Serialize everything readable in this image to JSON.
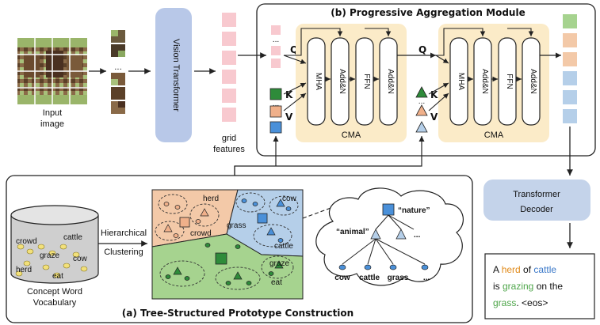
{
  "input": {
    "label_line1": "Input",
    "label_line2": "image"
  },
  "vit": {
    "label": "Vision Transformer"
  },
  "grid": {
    "label_line1": "grid",
    "label_line2": "features"
  },
  "pam": {
    "title": "(b) Progressive Aggregation Module",
    "q": "Q",
    "k": "K",
    "v": "V",
    "blocks": [
      "MHA",
      "Add&N",
      "FFN",
      "Add&N"
    ],
    "cma": "CMA"
  },
  "decoder": {
    "label_line1": "Transformer",
    "label_line2": "Decoder"
  },
  "caption_text": {
    "seg1": "A ",
    "herd": "herd",
    "seg2": " of ",
    "cattle": "cattle",
    "line2a": "is ",
    "grazing": "grazing",
    "line2b": " on the",
    "grass": "grass",
    "line3b": ". <eos>"
  },
  "tspc": {
    "title": "(a) Tree-Structured Prototype Construction",
    "cylinder_words": [
      "crowd",
      "cattle",
      "graze",
      "cow",
      "herd",
      "eat"
    ],
    "vocab_line1": "Concept Word",
    "vocab_line2": "Vocabulary",
    "clustering_line1": "Hierarchical",
    "clustering_line2": "Clustering",
    "cluster_words": [
      "herd",
      "crowd",
      "grass",
      "cow",
      "cattle",
      "graze",
      "eat"
    ],
    "tree_root": "“nature”",
    "tree_mid": "“animal”",
    "tree_dots": "...",
    "leaves": [
      "cow",
      "cattle",
      "grass",
      "..."
    ]
  },
  "colors": {
    "pink": "#f8c9cf",
    "orange": "#f0b08a",
    "blue": "#4a90d9",
    "green": "#2e8b3a",
    "pam_bg": "#fbebc8",
    "vit_bg": "#b8c8e8",
    "decoder_bg": "#c4d3ea",
    "cluster_orange": "#f3c9a8",
    "cluster_blue": "#b5cfe9",
    "cluster_green": "#a6d38f",
    "herd_color": "#e08a1a",
    "cattle_color": "#3a78c8",
    "grazing_color": "#4ea64a"
  }
}
